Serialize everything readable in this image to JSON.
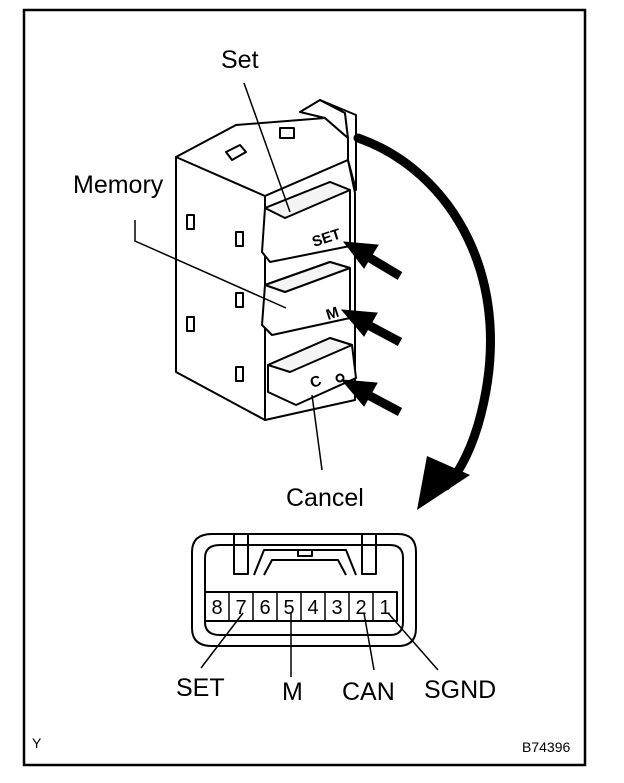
{
  "switch_labels": {
    "set": "Set",
    "memory": "Memory",
    "cancel": "Cancel"
  },
  "button_faces": {
    "set": "SET",
    "memory": "M",
    "cancel": "C"
  },
  "connector_pins": [
    "8",
    "7",
    "6",
    "5",
    "4",
    "3",
    "2",
    "1"
  ],
  "terminal_labels": {
    "set": "SET",
    "memory": "M",
    "cancel": "CAN",
    "ground": "SGND"
  },
  "corner_mark": "Y",
  "figure_code": "B74396"
}
